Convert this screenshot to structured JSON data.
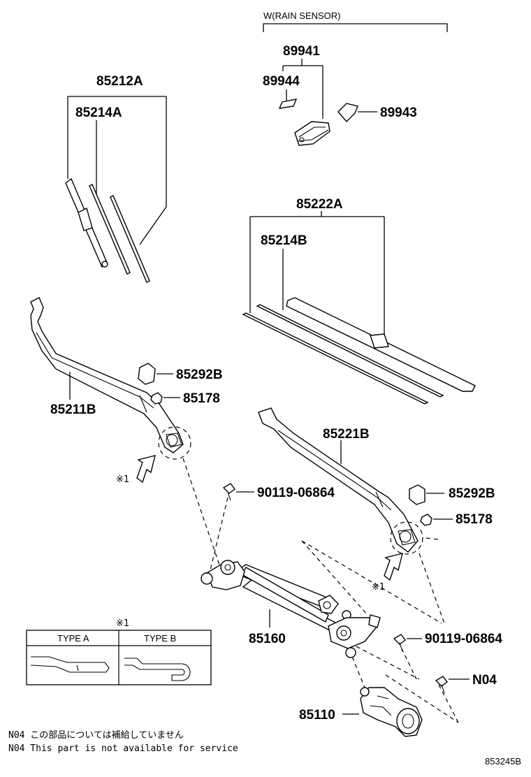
{
  "variant_label": "W(RAIN SENSOR)",
  "parts": {
    "rain_sensor": "89941",
    "sensor_pad": "89944",
    "sensor_cover": "89943",
    "blade_front_left": "85212A",
    "blade_rubber_left": "85214A",
    "blade_front_right": "85222A",
    "blade_rubber_right": "85214B",
    "cap_left": "85292B",
    "nut_left": "85178",
    "arm_left": "85211B",
    "arm_right": "85221B",
    "cap_right": "85292B",
    "nut_right": "85178",
    "bolt_upper": "90119-06864",
    "link_assembly": "85160",
    "bolt_lower": "90119-06864",
    "bolt_n04": "N04",
    "motor": "85110"
  },
  "ref_marks": {
    "left": "※1",
    "right": "※1",
    "legend": "※1"
  },
  "legend": {
    "type_a": "TYPE A",
    "type_b": "TYPE B"
  },
  "notes": {
    "line_jp": "N04 この部品については補給していません",
    "line_en": "N04 This part is not available for service"
  },
  "diagram_code": "853245B"
}
